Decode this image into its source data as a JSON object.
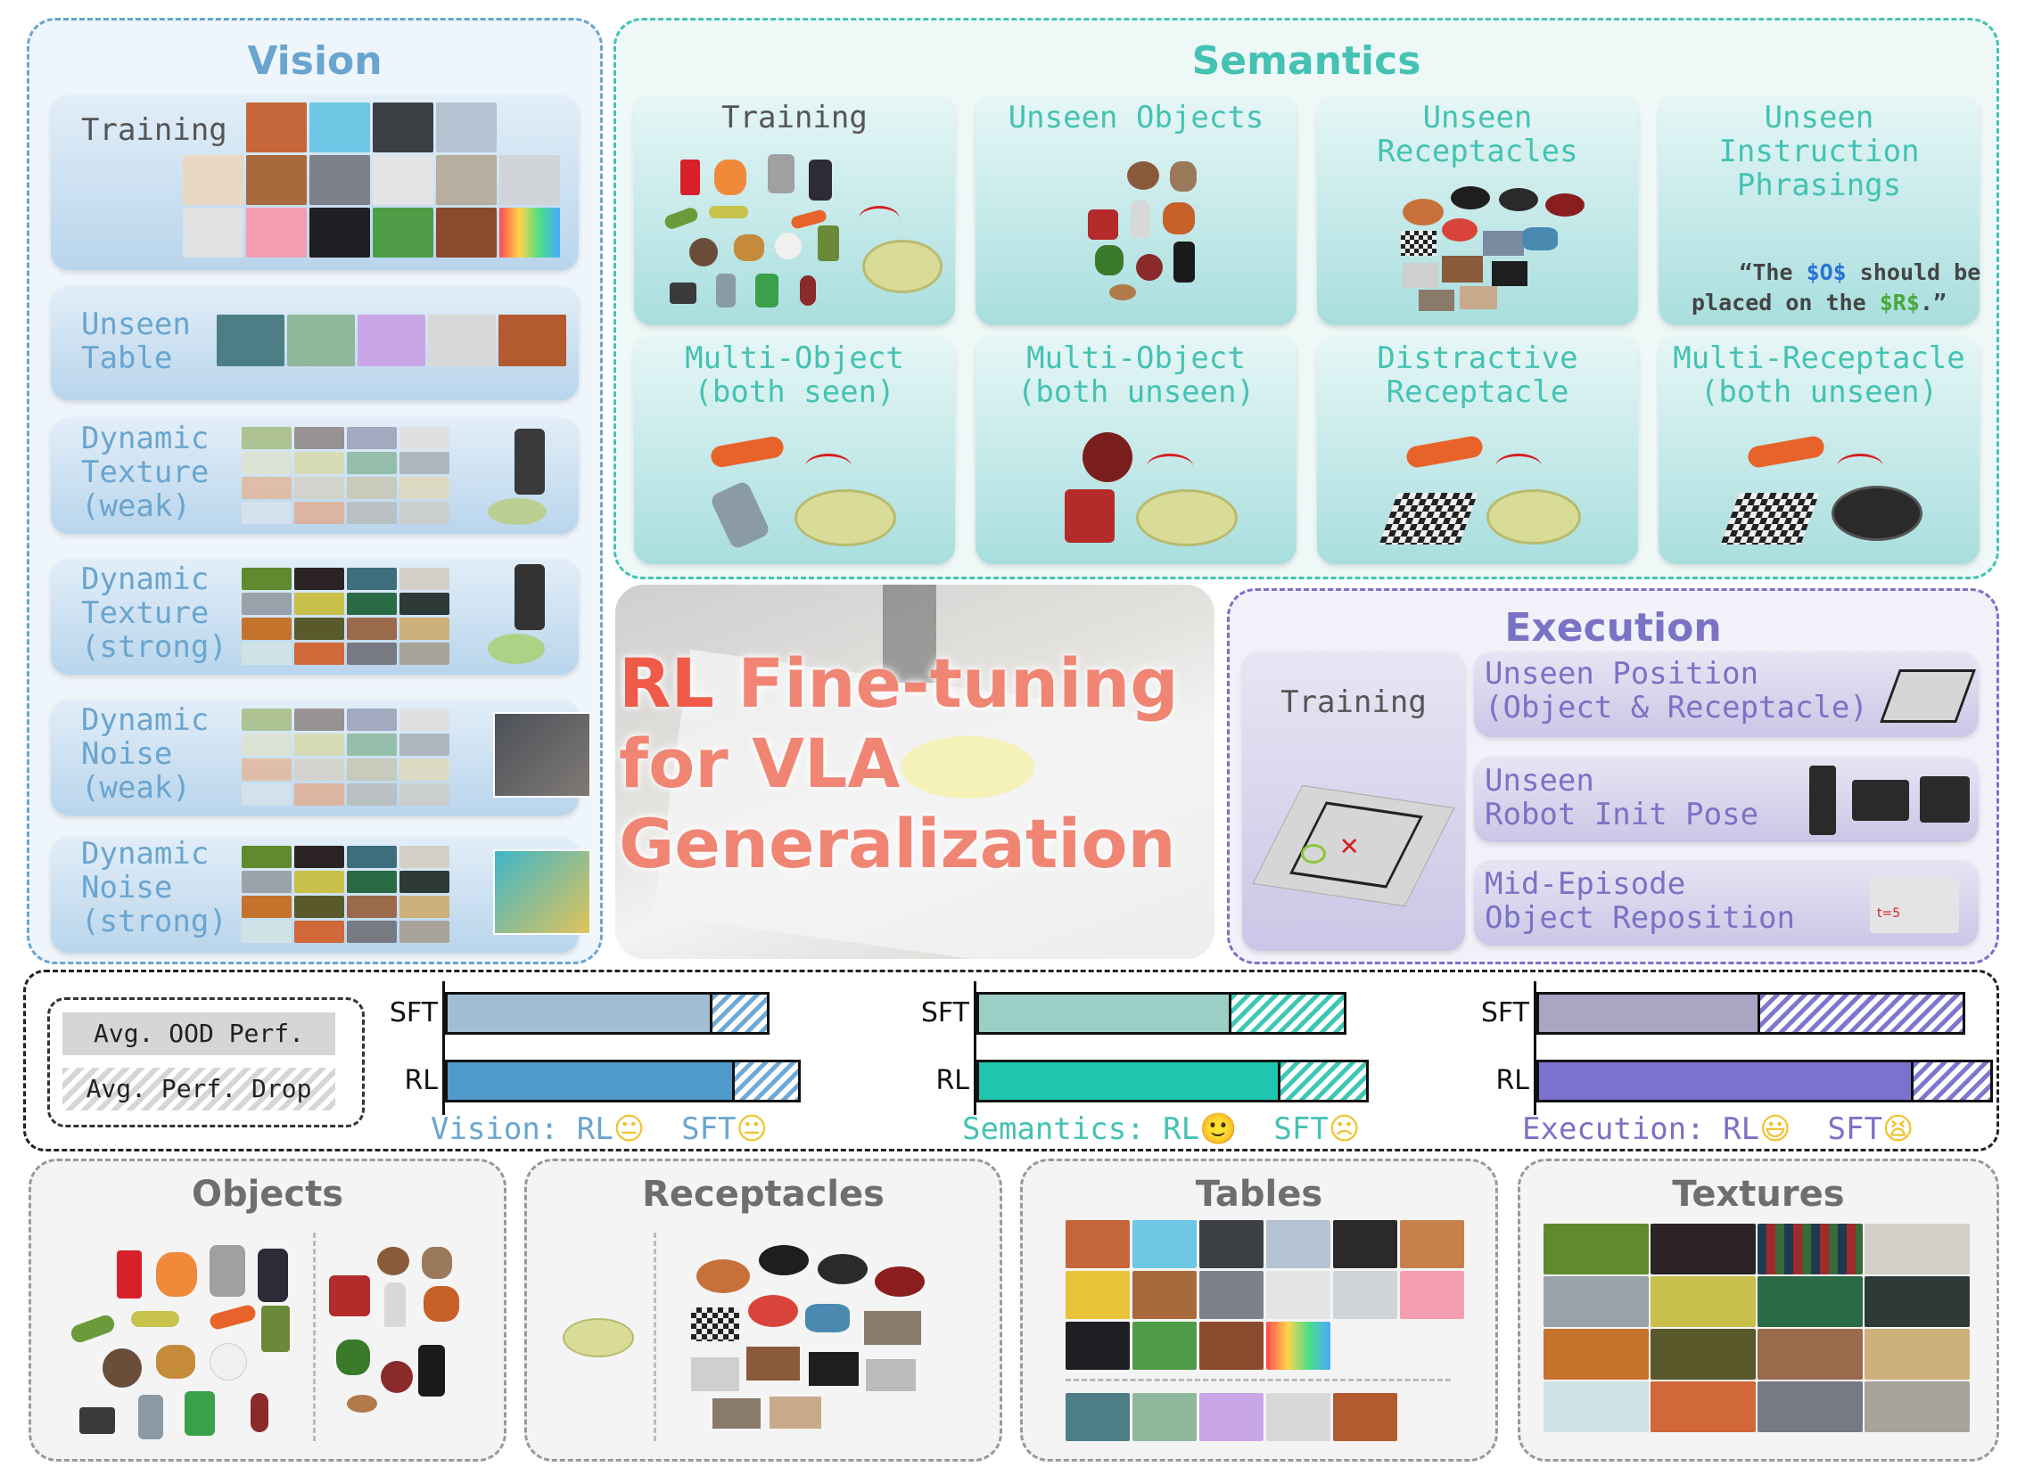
{
  "vision": {
    "title": "Vision",
    "cards": [
      {
        "label": "Training"
      },
      {
        "label": "Unseen\nTable"
      },
      {
        "label": "Dynamic\nTexture\n(weak)"
      },
      {
        "label": "Dynamic\nTexture\n(strong)"
      },
      {
        "label": "Dynamic\nNoise\n(weak)"
      },
      {
        "label": "Dynamic\nNoise\n(strong)"
      }
    ]
  },
  "semantics": {
    "title": "Semantics",
    "cards": [
      {
        "label": "Training"
      },
      {
        "label": "Unseen Objects"
      },
      {
        "label": "Unseen\nReceptacles"
      },
      {
        "label": "Unseen\nInstruction\nPhrasings"
      },
      {
        "label": "Multi-Object\n(both seen)"
      },
      {
        "label": "Multi-Object\n(both unseen)"
      },
      {
        "label": "Distractive\nReceptacle"
      },
      {
        "label": "Multi-Receptacle\n(both unseen)"
      }
    ],
    "instruction": {
      "q1": "“The ",
      "obj": "$O$",
      "mid": " should be",
      "line2a": "placed on the ",
      "rec": "$R$",
      "end": ".”"
    }
  },
  "center": {
    "line1_a": "RL",
    "line1_b": " Fine-tuning",
    "line2": "for VLA",
    "line3": "Generalization"
  },
  "execution": {
    "title": "Execution",
    "training": "Training",
    "cards": [
      {
        "label": "Unseen Position\n(Object & Receptacle)"
      },
      {
        "label": "Unseen\nRobot Init Pose"
      },
      {
        "label": "Mid-Episode\nObject Reposition"
      }
    ],
    "t_label": "t=5"
  },
  "legend": {
    "ood": "Avg. OOD Perf.",
    "drop": "Avg. Perf. Drop"
  },
  "chart_data": [
    {
      "type": "bar",
      "title": "",
      "categories": [
        "SFT",
        "RL"
      ],
      "series": [
        {
          "name": "Avg. OOD Perf.",
          "values": [
            0.59,
            0.64
          ]
        },
        {
          "name": "Avg. Perf. Drop",
          "values": [
            0.12,
            0.14
          ]
        }
      ],
      "caption": {
        "label": "Vision: RL",
        "label2": "SFT",
        "rl_face": "😐",
        "sft_face": "😐"
      },
      "colors": {
        "solid": "#a3bdd2",
        "solid_rl": "#4f9ac9",
        "hatch": "#6fa9d6"
      }
    },
    {
      "type": "bar",
      "title": "",
      "categories": [
        "SFT",
        "RL"
      ],
      "series": [
        {
          "name": "Avg. OOD Perf.",
          "values": [
            0.56,
            0.67
          ]
        },
        {
          "name": "Avg. Perf. Drop",
          "values": [
            0.25,
            0.19
          ]
        }
      ],
      "caption": {
        "label": "Semantics: RL",
        "label2": "SFT",
        "rl_face": "🙂",
        "sft_face": "☹"
      },
      "colors": {
        "solid": "#9bcfc6",
        "solid_rl": "#1ec6b0",
        "hatch": "#3cc8b4"
      }
    },
    {
      "type": "bar",
      "title": "",
      "categories": [
        "SFT",
        "RL"
      ],
      "series": [
        {
          "name": "Avg. OOD Perf.",
          "values": [
            0.49,
            0.83
          ]
        },
        {
          "name": "Avg. Perf. Drop",
          "values": [
            0.45,
            0.17
          ]
        }
      ],
      "caption": {
        "label": "Execution: RL",
        "label2": "SFT",
        "rl_face": "😃",
        "sft_face": "😫"
      },
      "colors": {
        "solid": "#a8a6c3",
        "solid_rl": "#7a72cc",
        "hatch": "#7f77cc"
      }
    }
  ],
  "bottom": {
    "objects": "Objects",
    "receptacles": "Receptacles",
    "tables": "Tables",
    "textures": "Textures"
  },
  "colors": {
    "vision": "#6aa5cf",
    "semantics": "#44c2b3",
    "execution": "#7a72c4",
    "coral": "#f08574",
    "gray": "#6e6e6e"
  }
}
